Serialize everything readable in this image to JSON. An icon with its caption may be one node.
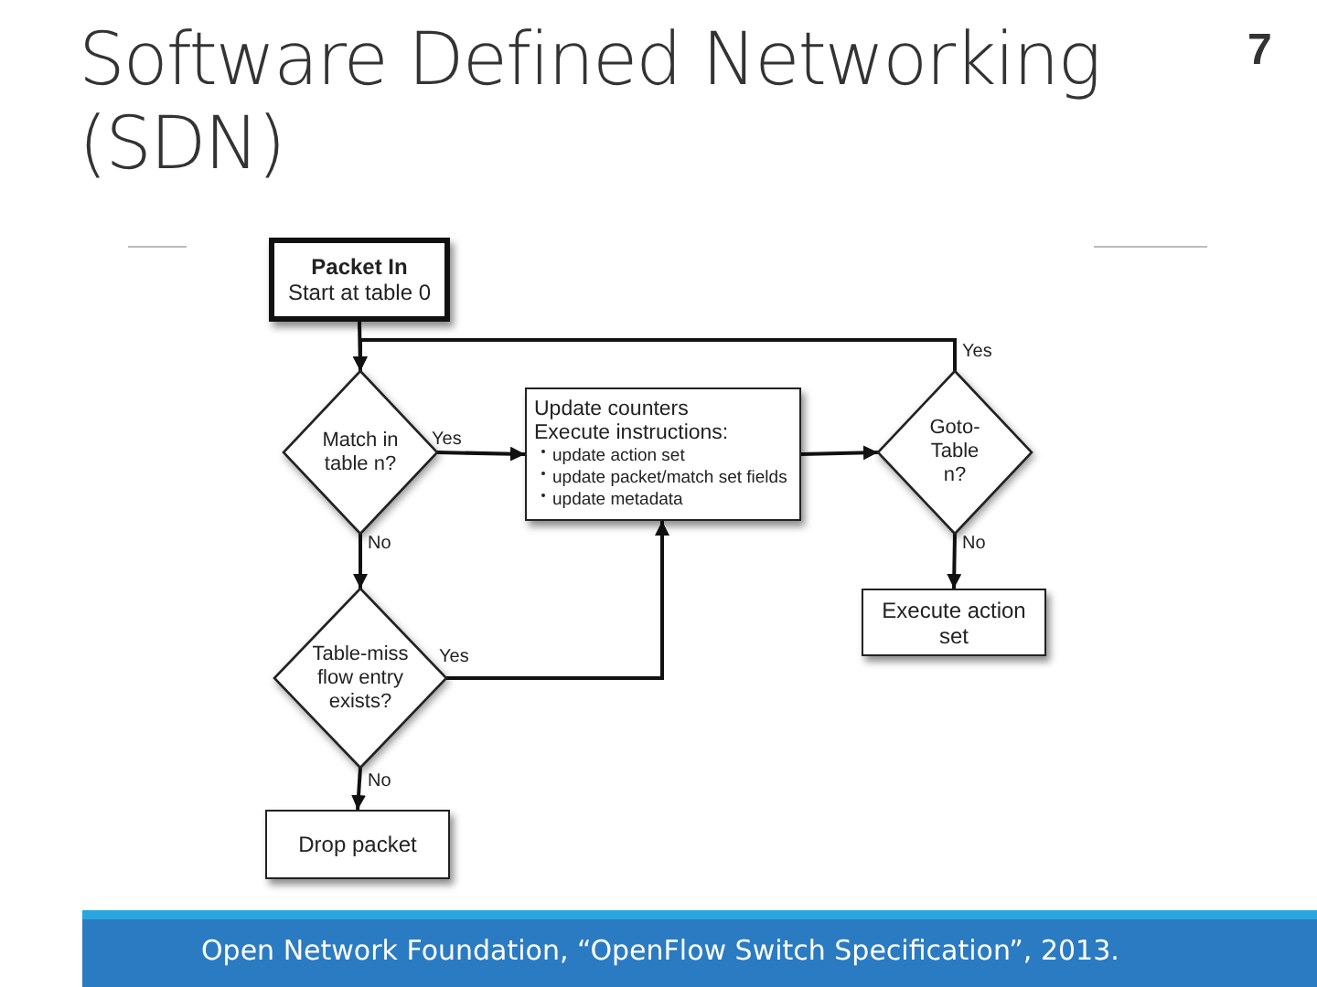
{
  "diagram": {
    "title": "Software Defined Networking (SDN)",
    "caption": "Open Network Foundation, “OpenFlow Switch Specification”, 2013.",
    "nodes": [
      {
        "text": [
          "Packet In",
          "Start at table 0"
        ]
      },
      {
        "text": [
          "Match in table n?"
        ]
      },
      {
        "text": [
          "Update counters",
          "Execute instructions:",
          "update action set",
          "update packet/match set fields",
          "update metadata"
        ]
      },
      {
        "text": [
          "Goto-Table n?"
        ]
      },
      {
        "text": [
          "Execute action set"
        ]
      },
      {
        "text": [
          "Table-miss flow entry exists?"
        ]
      },
      {
        "text": [
          "Drop packet"
        ]
      }
    ],
    "edges": [
      {
        "from": 0,
        "to": 1,
        "arrow": "to"
      },
      {
        "from": 1,
        "to": 2,
        "arrow": "to",
        "label": "Yes"
      },
      {
        "from": 2,
        "to": 3,
        "arrow": "to"
      },
      {
        "from": 3,
        "to": 1,
        "arrow": "to",
        "label": "Yes"
      },
      {
        "from": 3,
        "to": 4,
        "arrow": "to",
        "label": "No"
      },
      {
        "from": 1,
        "to": 5,
        "arrow": "to",
        "label": "No"
      },
      {
        "from": 5,
        "to": 2,
        "arrow": "to",
        "label": "Yes"
      },
      {
        "from": 5,
        "to": 6,
        "arrow": "to",
        "label": "No"
      }
    ],
    "labels": [
      "7"
    ]
  }
}
